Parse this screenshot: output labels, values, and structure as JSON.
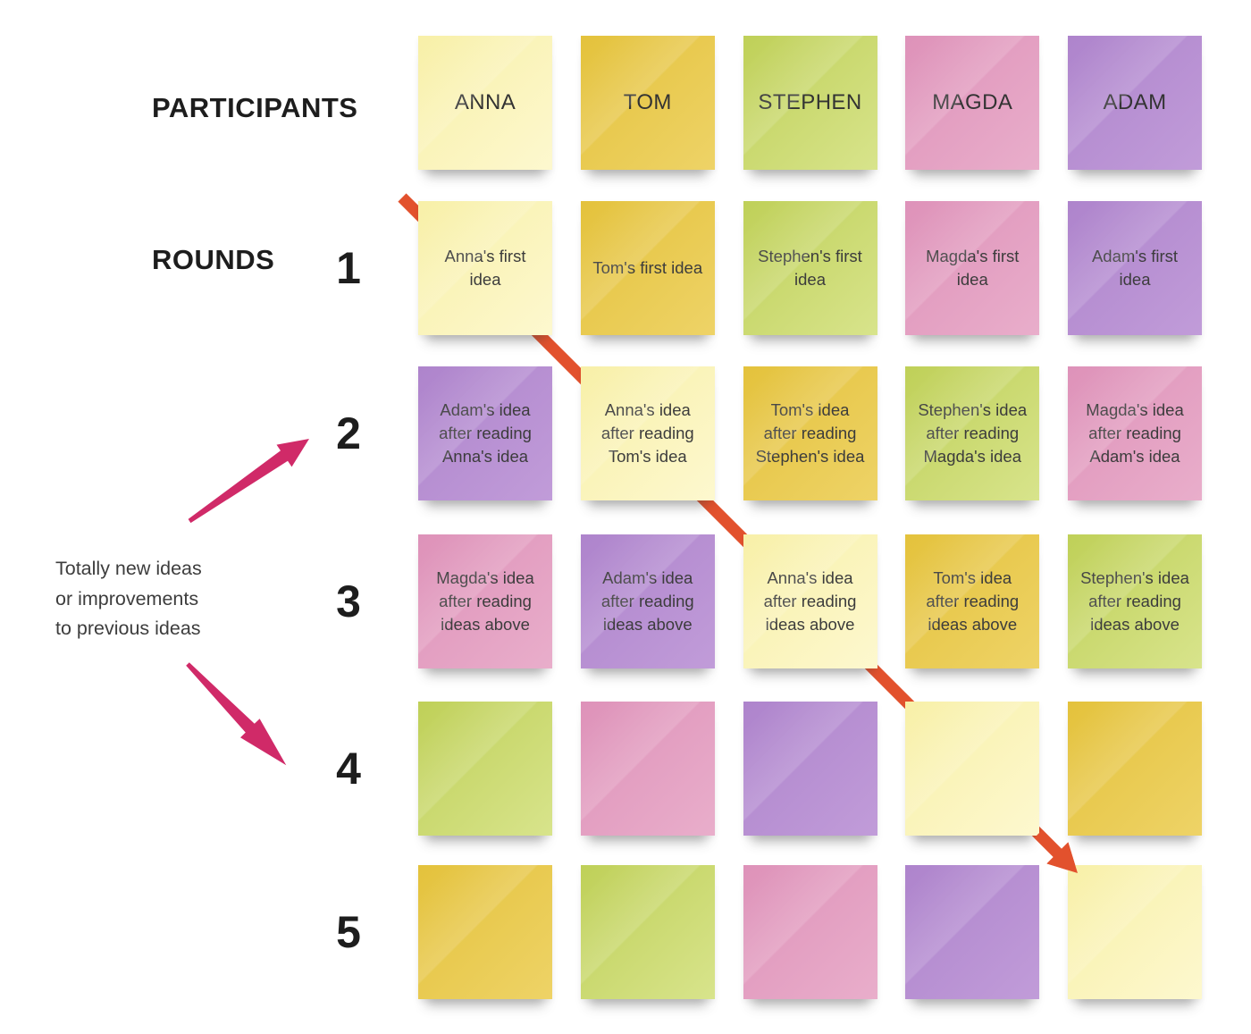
{
  "labels": {
    "participants": "PARTICIPANTS",
    "rounds": "ROUNDS",
    "annotation_lines": [
      "Totally new ideas",
      "or improvements",
      "to previous ideas"
    ]
  },
  "palette": {
    "yellow": [
      "#f8f0a8",
      "#fdf8cf"
    ],
    "gold": [
      "#e4c23c",
      "#eed367"
    ],
    "green": [
      "#bfd058",
      "#d8e48c"
    ],
    "pink": [
      "#de92b9",
      "#e9aecb"
    ],
    "purple": [
      "#ae84cc",
      "#c19cd9"
    ],
    "orange_arrow": "#e2512d",
    "magenta_arrow": "#d02a68",
    "text_dark": "#1d1d1d",
    "note_text": "#3c3c3c"
  },
  "participants": [
    {
      "name": "ANNA",
      "color": "yellow"
    },
    {
      "name": "TOM",
      "color": "gold"
    },
    {
      "name": "STEPHEN",
      "color": "green"
    },
    {
      "name": "MAGDA",
      "color": "pink"
    },
    {
      "name": "ADAM",
      "color": "purple"
    }
  ],
  "rounds": [
    {
      "number": "1",
      "notes": [
        {
          "color": "yellow",
          "text": "Anna's first idea"
        },
        {
          "color": "gold",
          "text": "Tom's first idea"
        },
        {
          "color": "green",
          "text": "Stephen's first idea"
        },
        {
          "color": "pink",
          "text": "Magda's first idea"
        },
        {
          "color": "purple",
          "text": "Adam's first idea"
        }
      ]
    },
    {
      "number": "2",
      "notes": [
        {
          "color": "purple",
          "text": "Adam's idea after reading Anna's idea"
        },
        {
          "color": "yellow",
          "text": "Anna's idea after reading Tom's idea"
        },
        {
          "color": "gold",
          "text": "Tom's idea after reading Stephen's idea"
        },
        {
          "color": "green",
          "text": "Stephen's idea after reading Magda's idea"
        },
        {
          "color": "pink",
          "text": "Magda's idea after reading Adam's idea"
        }
      ]
    },
    {
      "number": "3",
      "notes": [
        {
          "color": "pink",
          "text": "Magda's idea after reading ideas above"
        },
        {
          "color": "purple",
          "text": "Adam's idea after reading ideas above"
        },
        {
          "color": "yellow",
          "text": "Anna's idea after reading ideas above"
        },
        {
          "color": "gold",
          "text": "Tom's idea after reading ideas above"
        },
        {
          "color": "green",
          "text": "Stephen's idea after reading ideas above"
        }
      ]
    },
    {
      "number": "4",
      "notes": [
        {
          "color": "green",
          "text": ""
        },
        {
          "color": "pink",
          "text": ""
        },
        {
          "color": "purple",
          "text": ""
        },
        {
          "color": "yellow",
          "text": ""
        },
        {
          "color": "gold",
          "text": ""
        }
      ]
    },
    {
      "number": "5",
      "notes": [
        {
          "color": "gold",
          "text": ""
        },
        {
          "color": "green",
          "text": ""
        },
        {
          "color": "pink",
          "text": ""
        },
        {
          "color": "purple",
          "text": ""
        },
        {
          "color": "yellow",
          "text": ""
        }
      ]
    }
  ]
}
